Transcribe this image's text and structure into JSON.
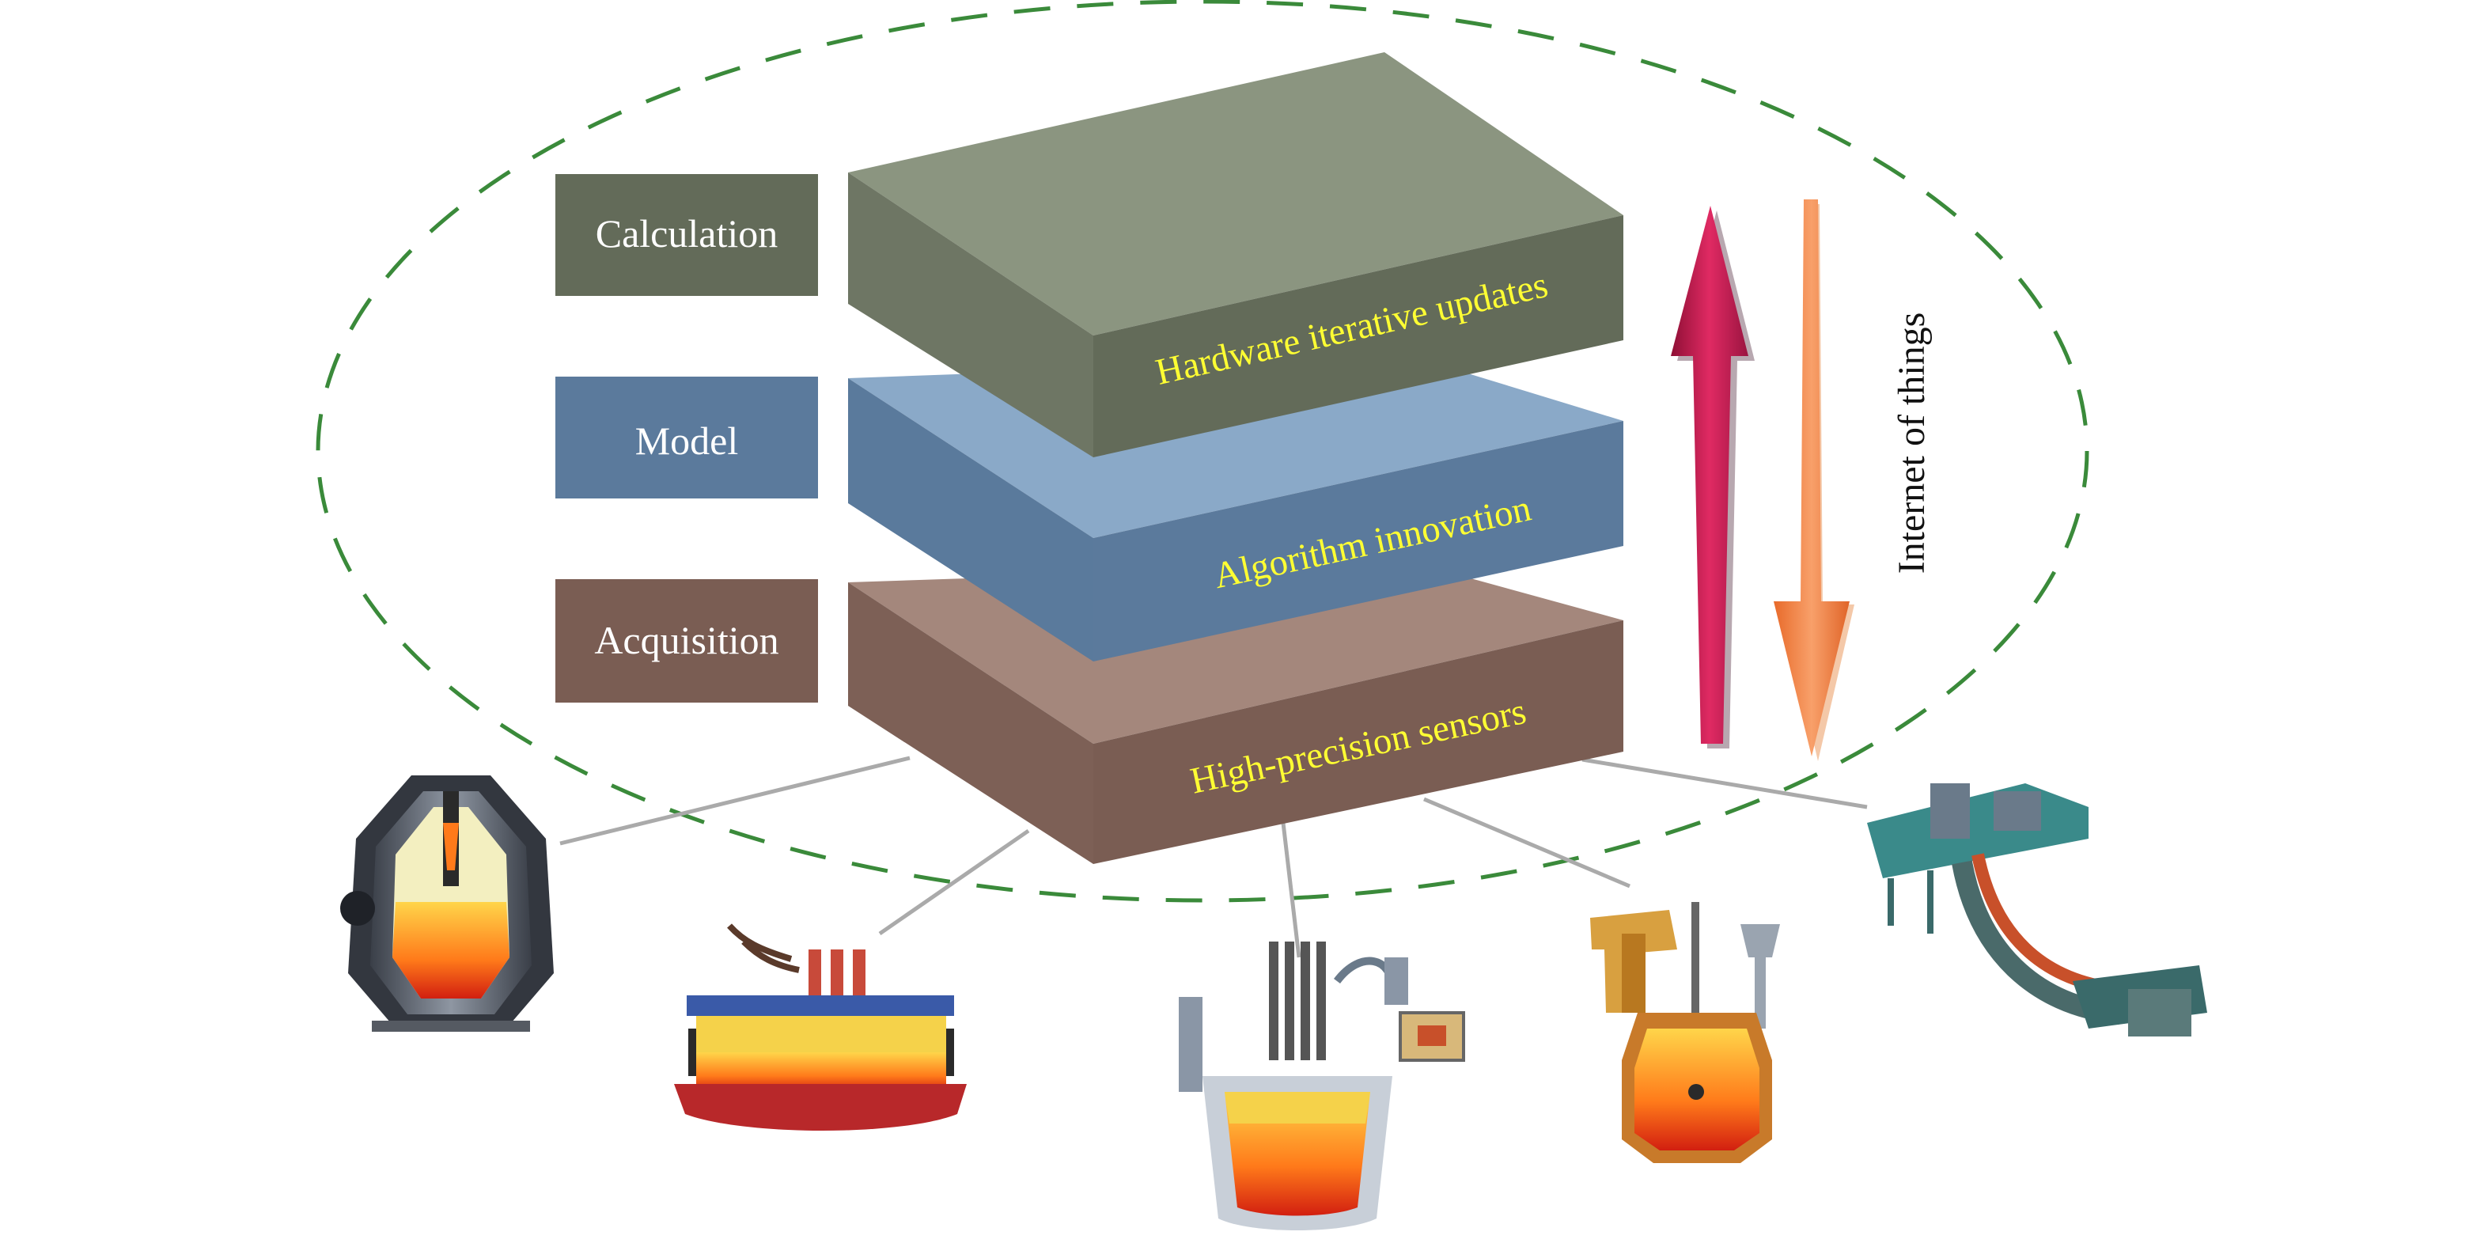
{
  "layers": [
    {
      "id": "calculation",
      "side_label": "Calculation",
      "slab_text": "Hardware iterative updates",
      "top_color": "#8b9580",
      "front_color": "#636b59",
      "side_color": "#6e7664",
      "box_color": "#636b59"
    },
    {
      "id": "model",
      "side_label": "Model",
      "slab_text": "Algorithm innovation",
      "top_color": "#8aa9c8",
      "front_color": "#5b7a9c",
      "side_color": "#5a7a9c",
      "box_color": "#5b7a9c"
    },
    {
      "id": "acquisition",
      "side_label": "Acquisition",
      "slab_text": "High-precision sensors",
      "top_color": "#a4877c",
      "front_color": "#7a5d53",
      "side_color": "#7d6056",
      "box_color": "#7a5d53"
    }
  ],
  "vertical_label": "Internet of things",
  "colors": {
    "ellipse_dash": "#3a8a3a",
    "slab_text": "#ffff33",
    "box_text": "#ffffff",
    "arrow_up": "#c8194f",
    "arrow_down": "#f08040",
    "connector": "#aaaaaa"
  },
  "equipment": [
    {
      "name": "blast-furnace-icon"
    },
    {
      "name": "electric-arc-furnace-icon"
    },
    {
      "name": "ladle-refining-furnace-icon"
    },
    {
      "name": "converter-icon"
    },
    {
      "name": "continuous-caster-icon"
    }
  ]
}
